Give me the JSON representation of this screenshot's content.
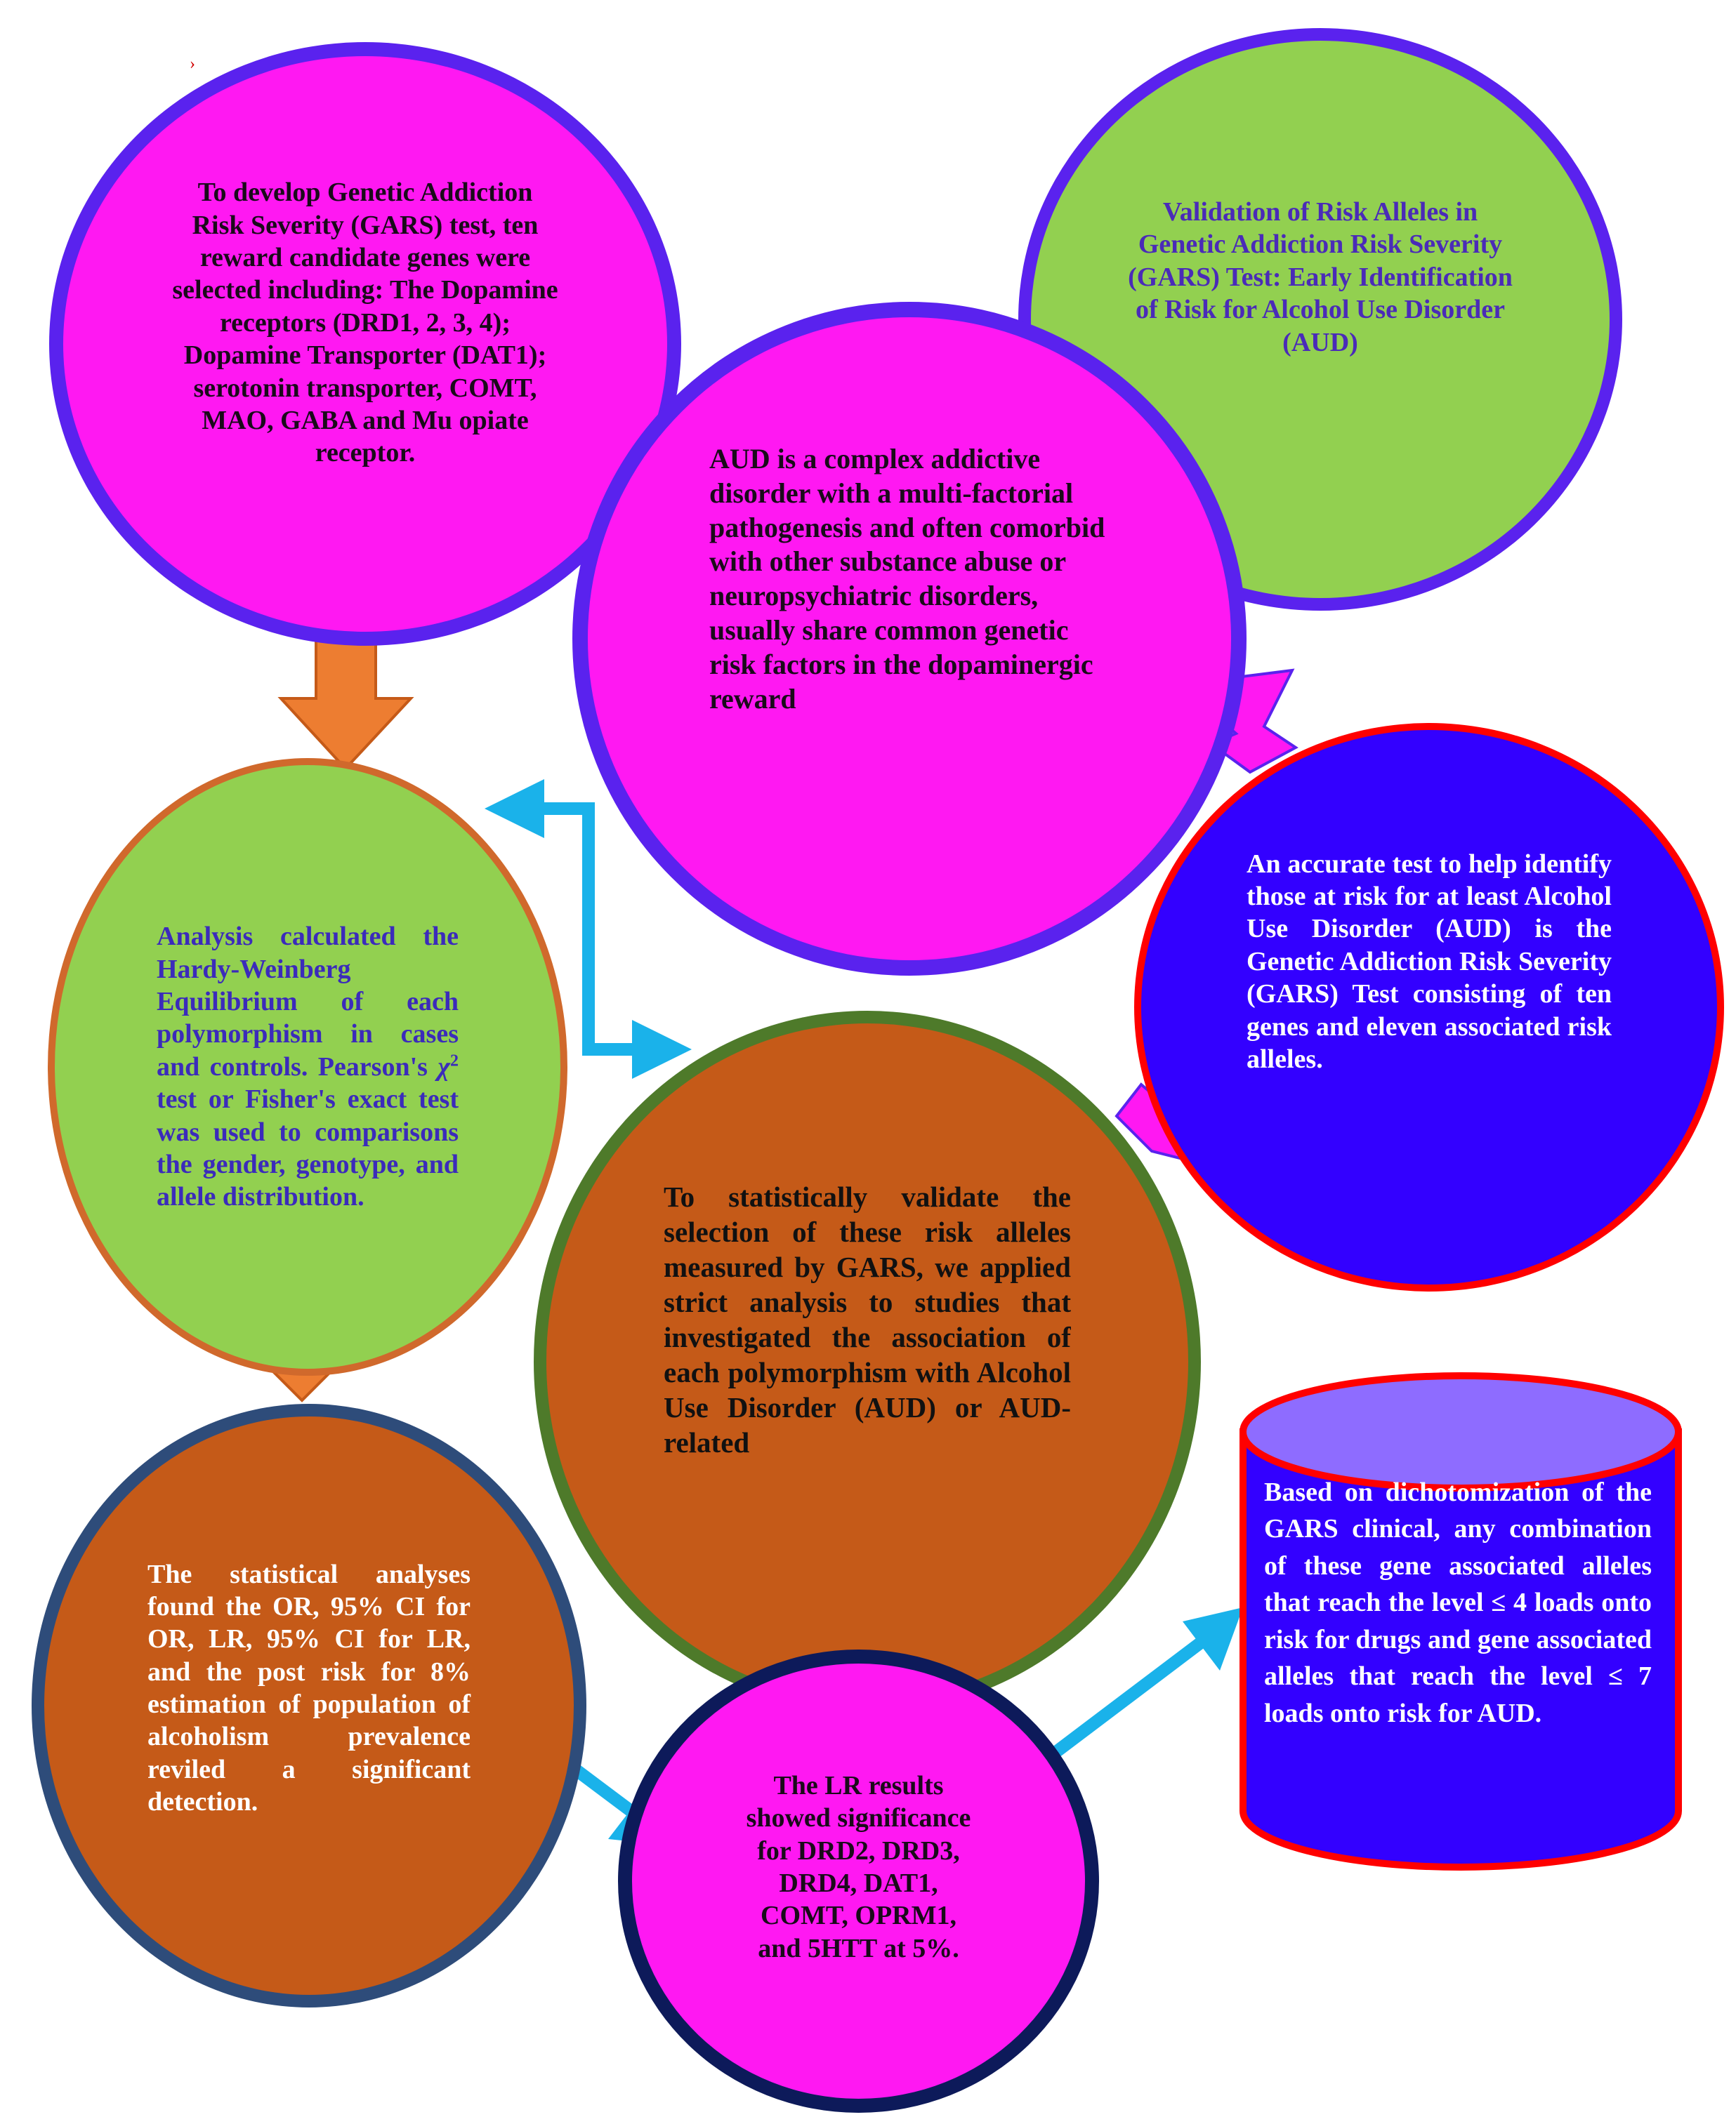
{
  "colors": {
    "magenta": "#ff18f2",
    "green": "#92d050",
    "purple_border": "#5a22ee",
    "orange": "#c55a18",
    "blue": "#3300ff",
    "red": "#ff0000",
    "orange_arrow": "#ed7d31",
    "blue_arrow": "#1ab2ea"
  },
  "nodes": {
    "gars_development": "To develop Genetic Addiction Risk Severity (GARS) test, ten reward candidate genes were selected including: The Dopamine receptors (DRD1, 2, 3, 4); Dopamine Transporter (DAT1); serotonin transporter, COMT, MAO, GABA and Mu opiate receptor.",
    "validation_title": "Validation of Risk Alleles in Genetic Addiction Risk Severity (GARS) Test: Early Identification of Risk for Alcohol Use Disorder (AUD)",
    "aud_complex": "AUD is a complex addictive disorder with a multi-factorial pathogenesis and often comorbid with other substance abuse or neuropsychiatric disorders, usually share common genetic risk factors in the dopaminergic reward",
    "hwe_analysis_pre": "Analysis calculated the Hardy-Weinberg Equilibrium of each polymorphism in cases and controls. Pearson's ",
    "hwe_chi": "χ",
    "hwe_sup": "2",
    "hwe_analysis_post": " test or Fisher's exact test was used to comparisons the gender, genotype, and allele distribution.",
    "accurate_test": "An accurate test to help identify those at risk for at least Alcohol Use Disorder (AUD) is the Genetic Addiction Risk Severity (GARS) Test consisting of ten genes and eleven associated risk alleles.",
    "statistical_validation": "To statistically validate the selection of these risk alleles measured by GARS, we applied strict analysis to studies that investigated the association of each polymorphism with Alcohol Use Disorder (AUD) or AUD-related",
    "statistical_analyses": "The statistical analyses found the OR, 95% CI for OR, LR, 95% CI for LR, and the post risk for 8% estimation of population of alcoholism prevalence reviled a significant detection.",
    "lr_results": "The LR results showed significance for DRD2, DRD3, DRD4, DAT1, COMT, OPRM1, and 5HTT at 5%.",
    "dichotomization": "Based on dichotomization of the GARS clinical, any combination of these gene associated alleles that reach the level ≤ 4 loads onto risk for drugs and gene associated alleles that reach the level ≤ 7 loads onto risk for AUD."
  }
}
